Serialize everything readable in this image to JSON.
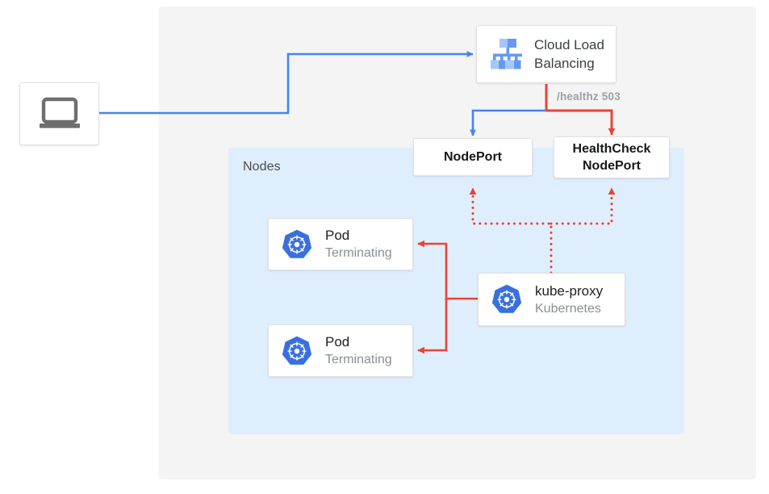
{
  "diagram": {
    "background_color": "#ffffff",
    "panel_color": "#f4f4f4",
    "nodes_region_color": "#dfeefc",
    "blue_accent": "#4285f4",
    "red_accent": "#ea4335",
    "region_label": "Nodes",
    "edge_label_healthz": "/healthz 503"
  },
  "client": {
    "icon": "laptop-icon"
  },
  "load_balancer": {
    "icon": "cloud-load-balancing-icon",
    "title_line1": "Cloud Load",
    "title_line2": "Balancing"
  },
  "nodeport": {
    "label": "NodePort"
  },
  "healthcheck_nodeport": {
    "label_line1": "HealthCheck",
    "label_line2": "NodePort"
  },
  "pods": [
    {
      "icon": "kubernetes-icon",
      "title": "Pod",
      "status": "Terminating"
    },
    {
      "icon": "kubernetes-icon",
      "title": "Pod",
      "status": "Terminating"
    }
  ],
  "kube_proxy": {
    "icon": "kubernetes-icon",
    "title": "kube-proxy",
    "subtitle": "Kubernetes"
  }
}
